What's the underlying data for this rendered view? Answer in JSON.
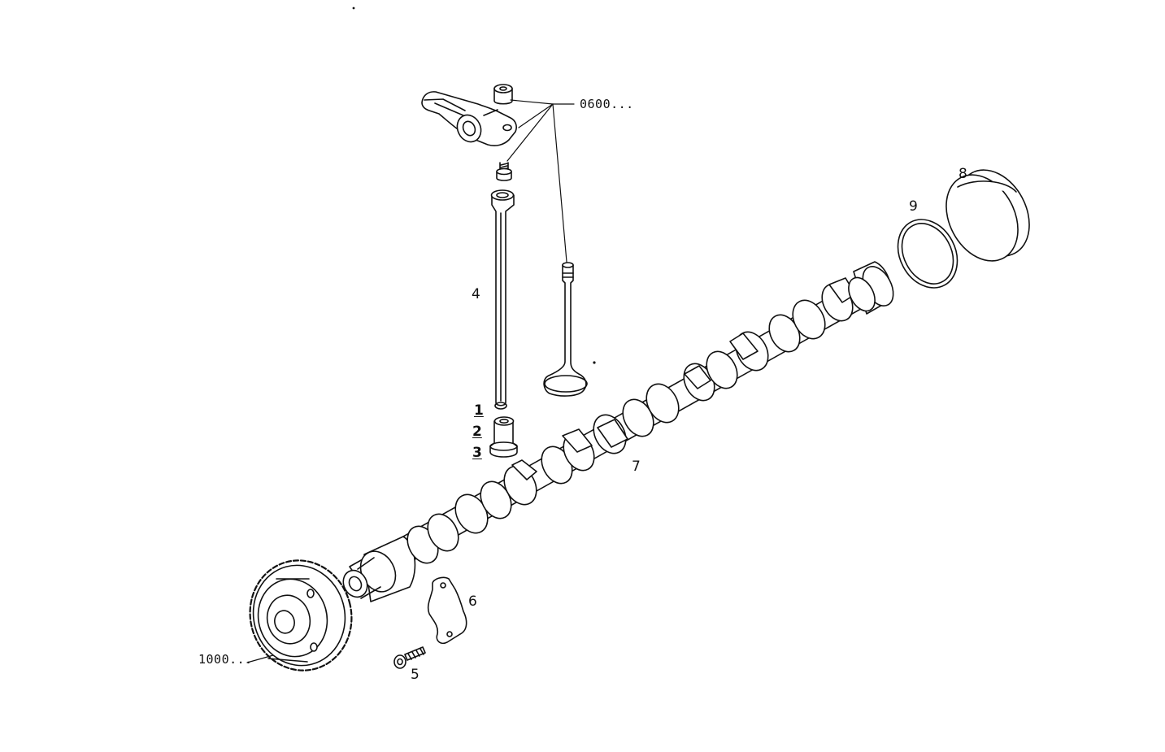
{
  "diagram": {
    "callouts": {
      "rocker_group": "0600...",
      "gear_group": "1000...",
      "pushrod": "4",
      "tappet_1": "1",
      "tappet_2": "2",
      "tappet_3": "3",
      "screw": "5",
      "plate": "6",
      "camshaft": "7",
      "cover": "8",
      "seal_ring": "9"
    }
  }
}
